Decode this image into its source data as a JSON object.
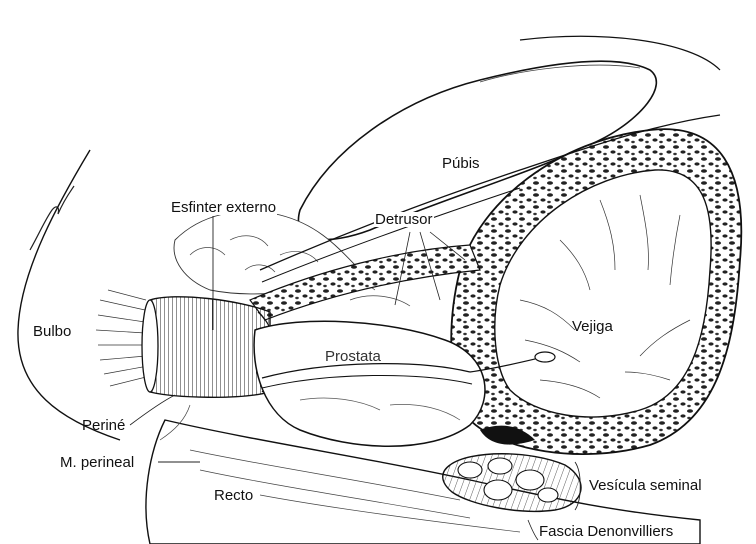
{
  "figure": {
    "labels": {
      "pubis": "Púbis",
      "esfinter_externo": "Esfinter externo",
      "detrusor": "Detrusor",
      "bulbo": "Bulbo",
      "prostata": "Prostata",
      "vejiga": "Vejiga",
      "perine": "Periné",
      "m_perineal": "M. perineal",
      "recto": "Recto",
      "vesicula_seminal": "Vesícula seminal",
      "fascia_denonvilliers": "Fascia Denonvilliers"
    }
  }
}
